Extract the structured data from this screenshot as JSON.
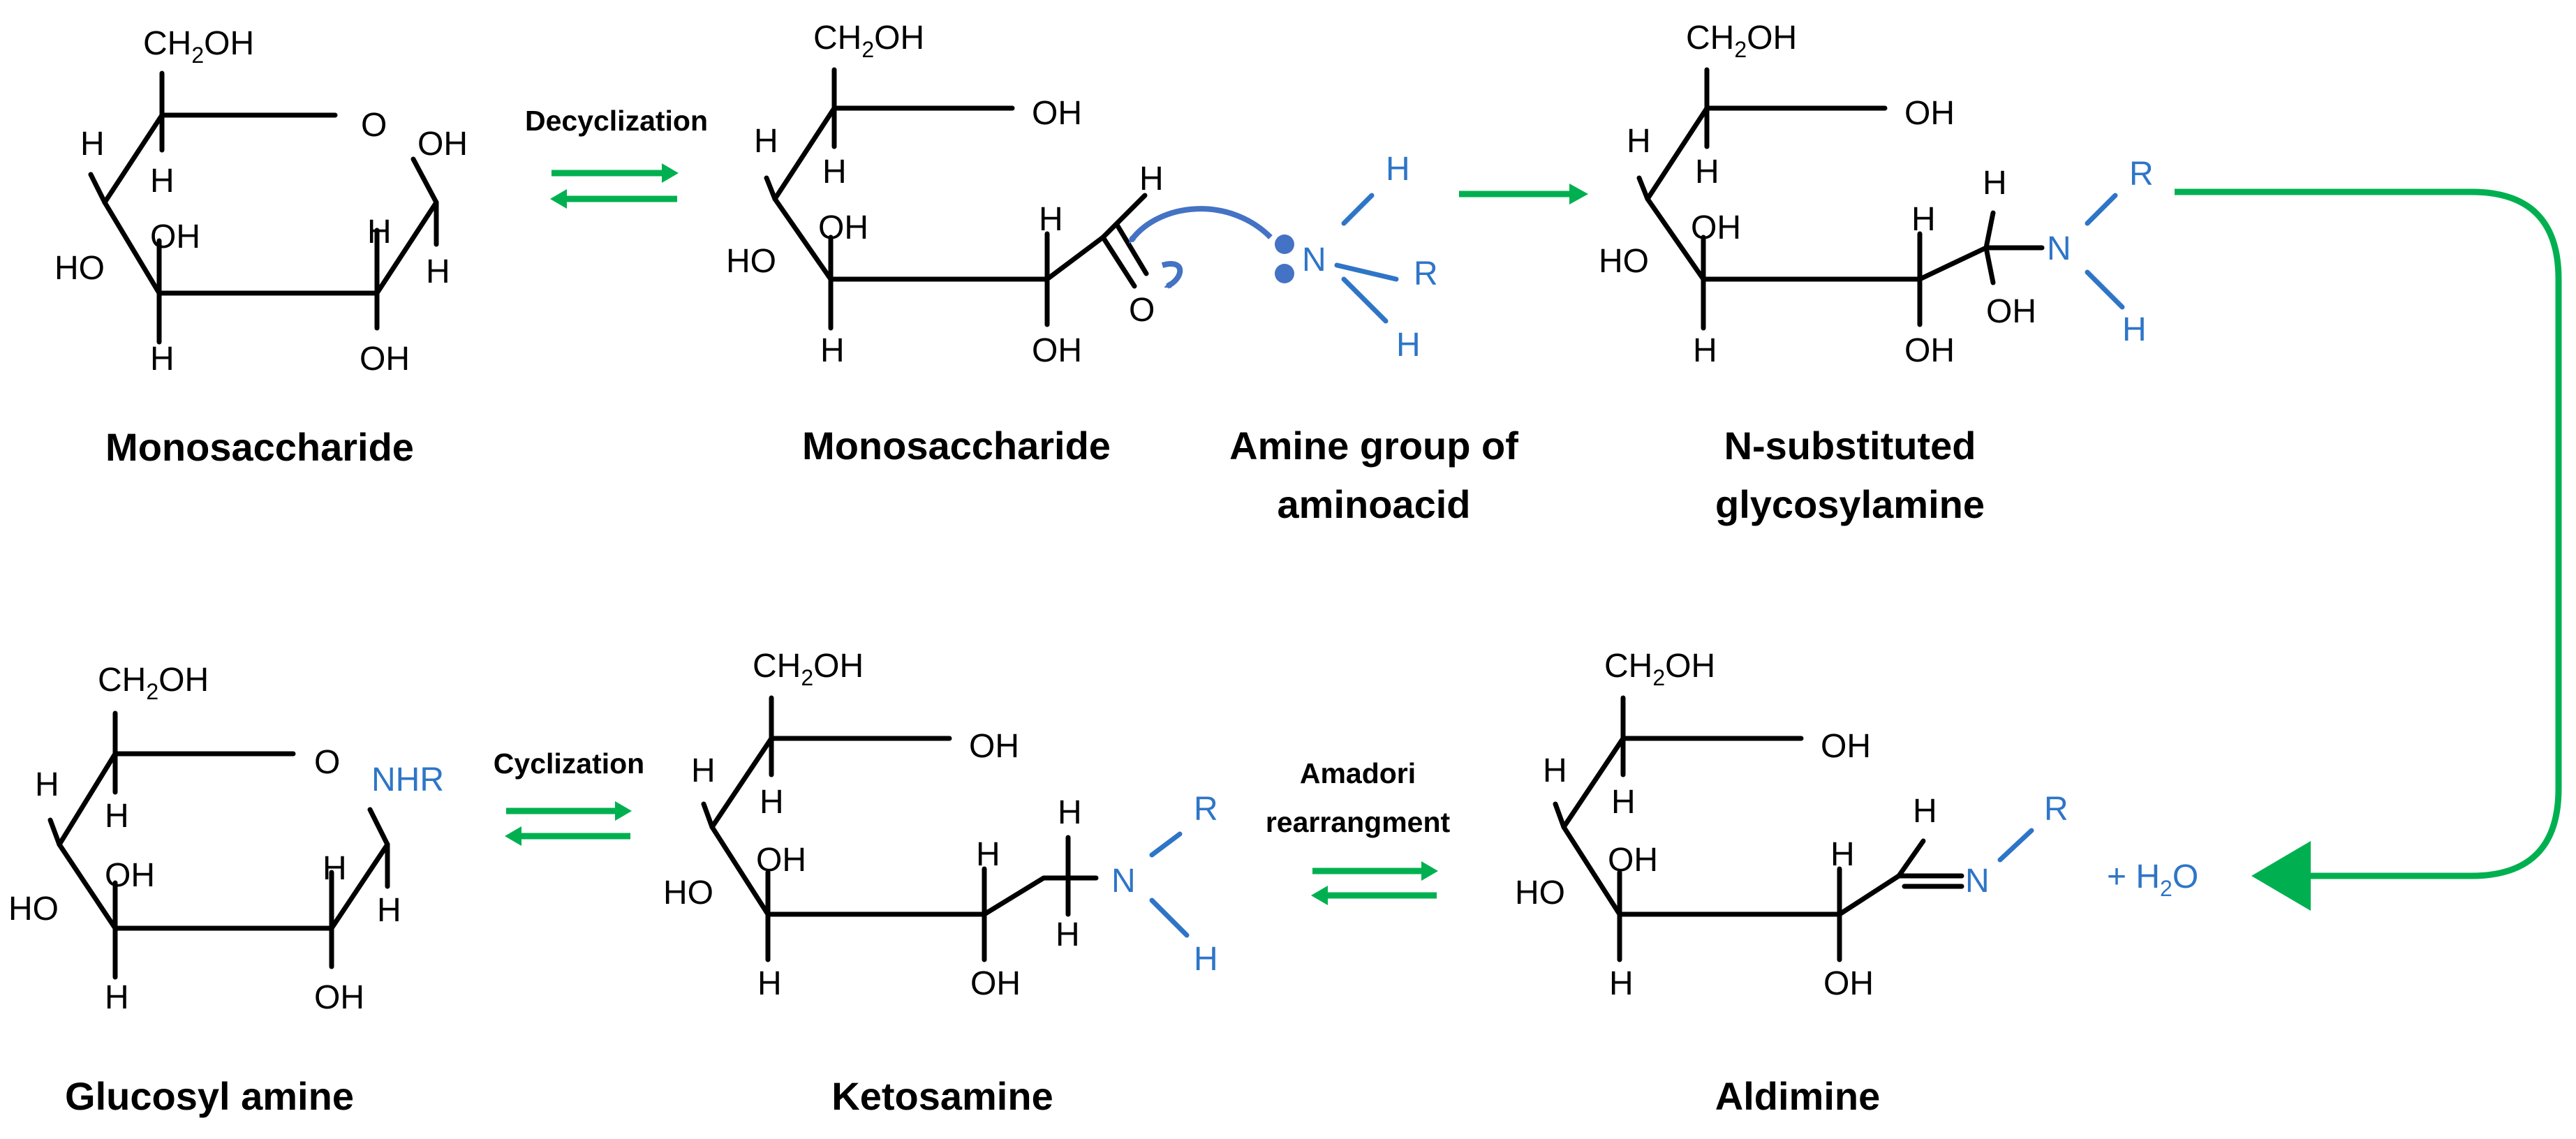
{
  "labels": {
    "m1": "Monosaccharide",
    "m2": "Monosaccharide",
    "amine_1": "Amine group of",
    "amine_2": "aminoacid",
    "nsub_1": "N-substituted",
    "nsub_2": "glycosylamine",
    "glucosyl": "Glucosyl amine",
    "ketosamine": "Ketosamine",
    "aldimine": "Aldimine"
  },
  "arrows": {
    "decyclization": "Decyclization",
    "cyclization": "Cyclization",
    "amadori_1": "Amadori",
    "amadori_2": "rearrangment"
  },
  "atoms": {
    "ch2oh_a": "CH",
    "ch2oh_sub": "2",
    "ch2oh_b": "OH",
    "oh": "OH",
    "ho": "HO",
    "h": "H",
    "o": "O",
    "n": "N",
    "r": "R",
    "nhr": "NHR",
    "water_a": "+ H",
    "water_sub": "2",
    "water_b": "O"
  },
  "colors": {
    "arrow": "#00b050",
    "amine": "#2e75c7",
    "bond": "#000000"
  }
}
